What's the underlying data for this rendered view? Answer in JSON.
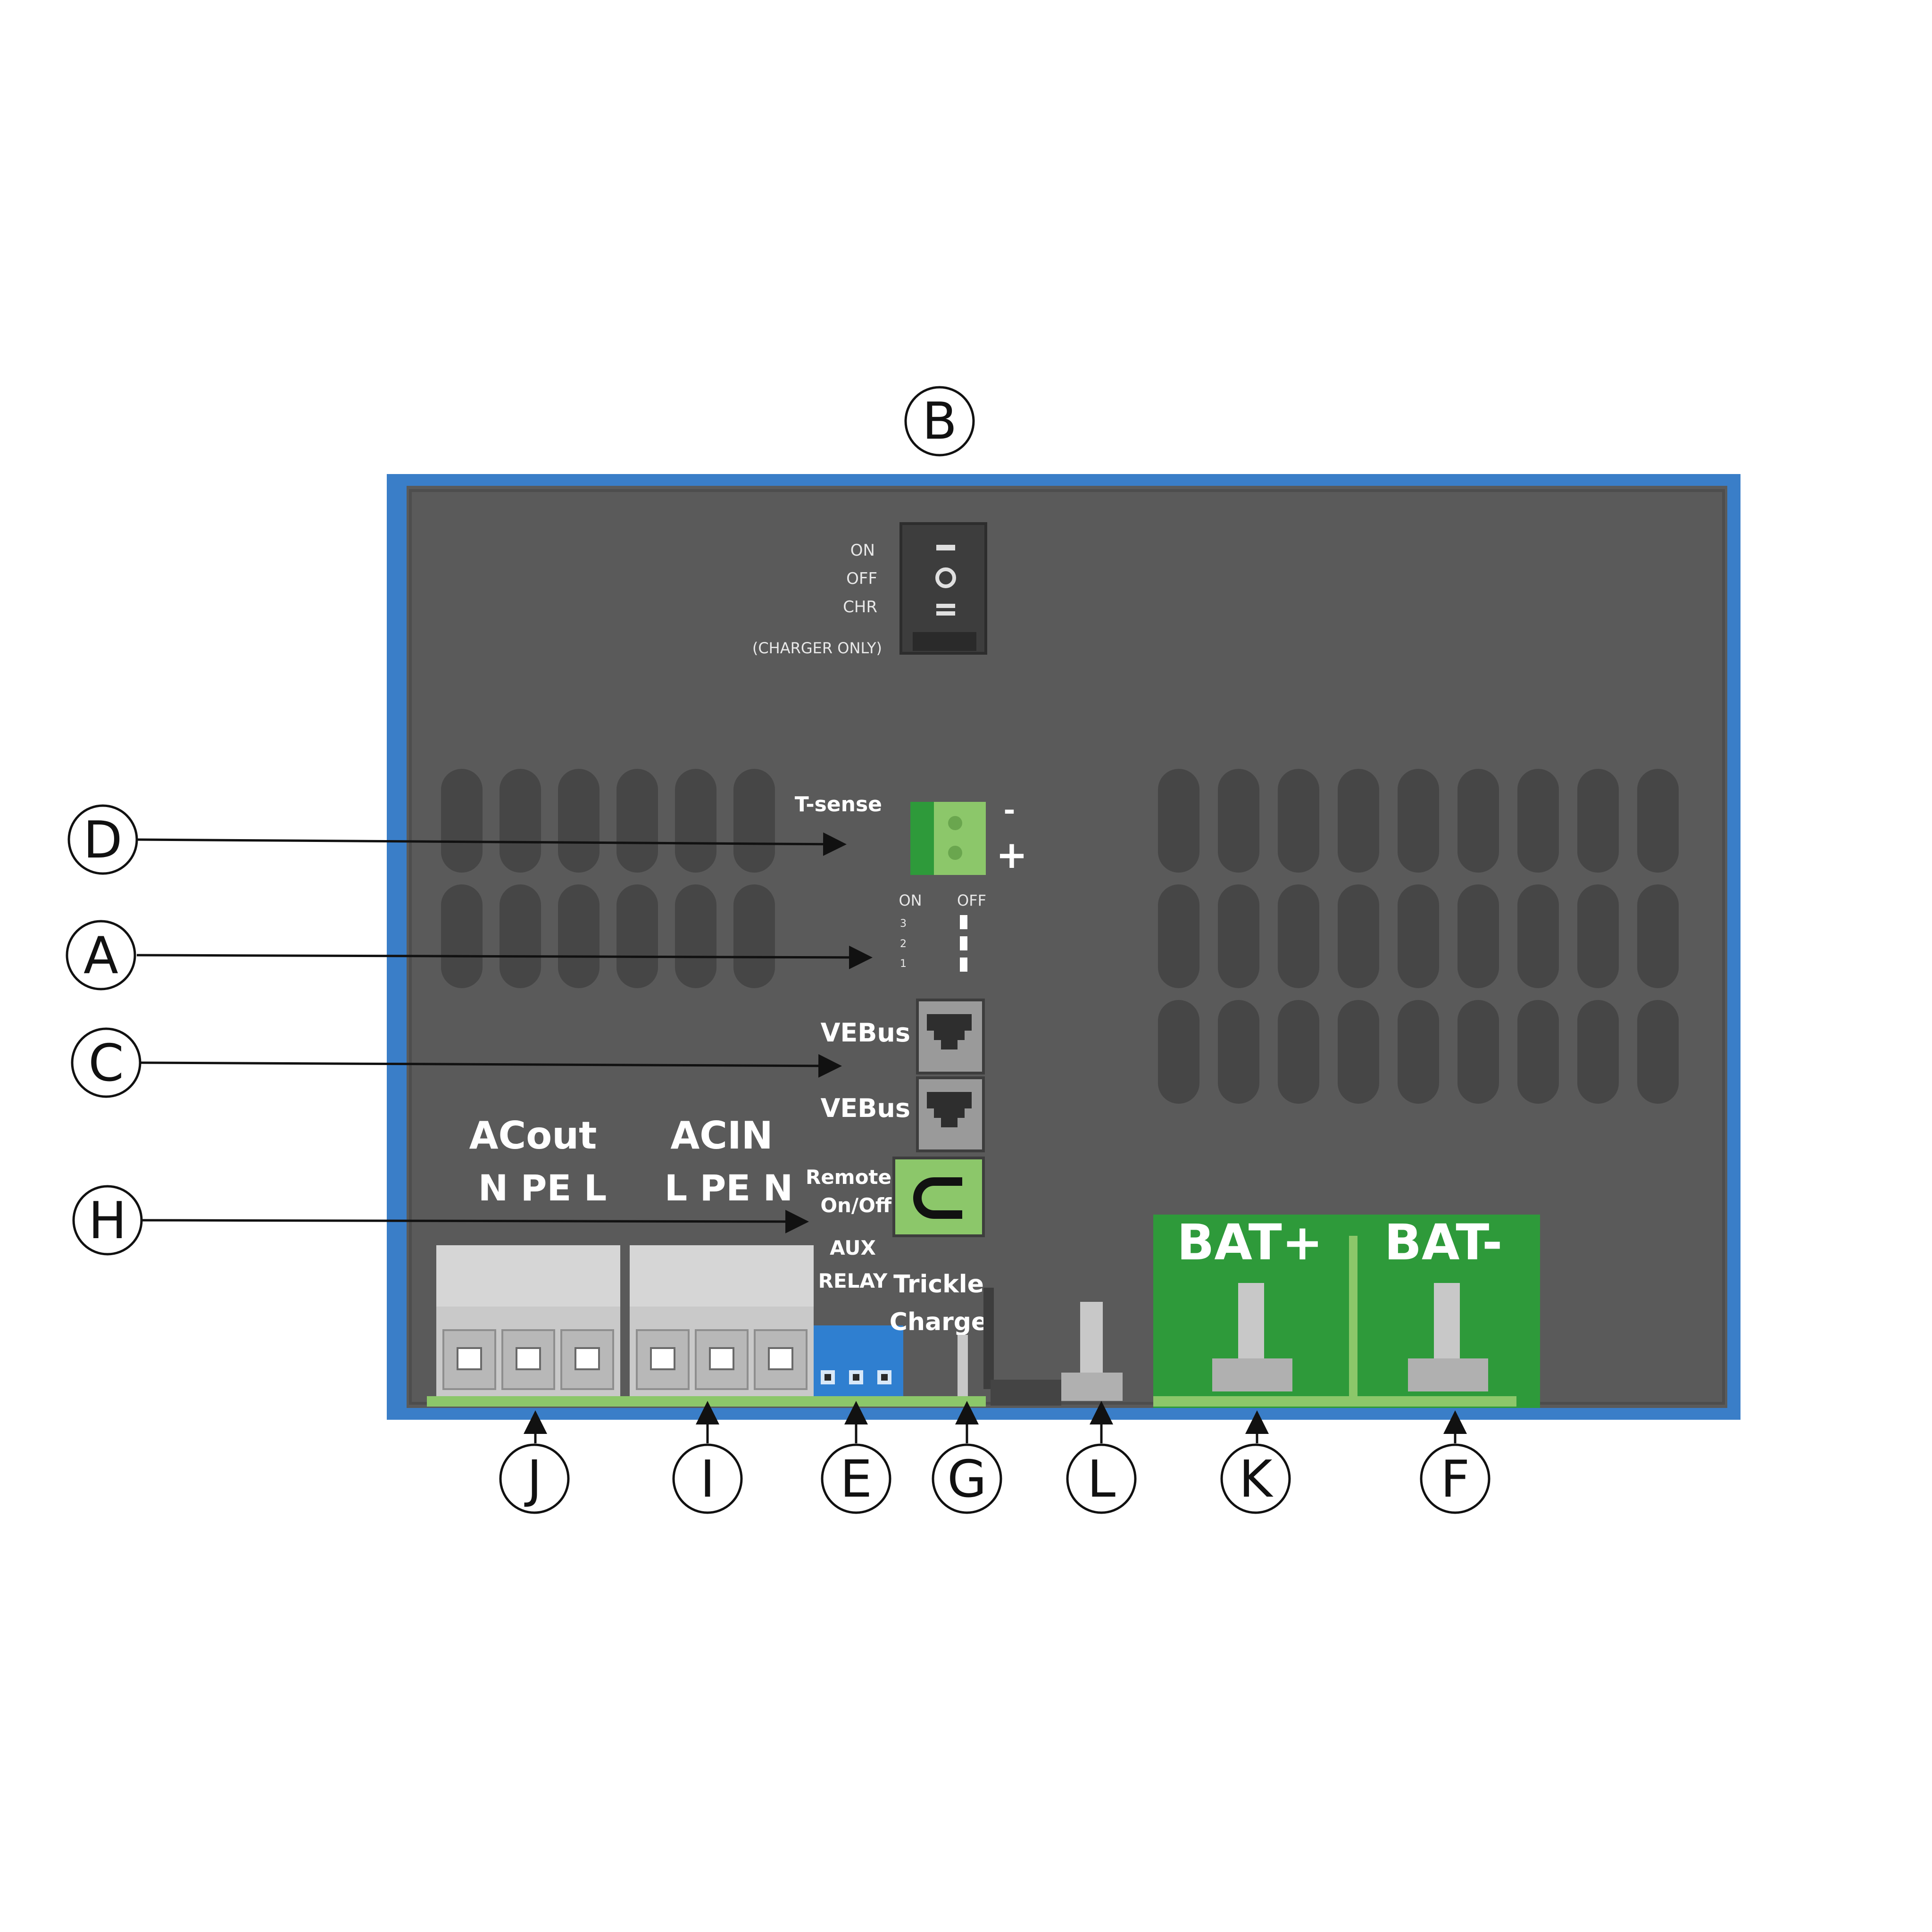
{
  "colors": {
    "frame_blue": "#3a7ec8",
    "panel_gray": "#5a5a5a",
    "vent_gray": "#464646",
    "terminal_green": "#2e9a3a",
    "terminal_light_green": "#8cc76a",
    "aux_blue": "#2f7fd0",
    "terminal_gray": "#c8c8c8"
  },
  "switch": {
    "labels": [
      "ON",
      "OFF",
      "CHR"
    ],
    "note": "(CHARGER ONLY)",
    "icon_names": [
      "on-bar-icon",
      "off-circle-icon",
      "charger-bars-icon"
    ]
  },
  "tsense": {
    "label": "T-sense",
    "minus": "-",
    "plus": "+"
  },
  "dip": {
    "on": "ON",
    "off": "OFF",
    "positions": [
      "3",
      "2",
      "1"
    ]
  },
  "vebus": {
    "labels": [
      "VEBus",
      "VEBus"
    ]
  },
  "remote": {
    "line1": "Remote",
    "line2": "On/Off"
  },
  "aux": {
    "line1": "AUX",
    "line2": "RELAY"
  },
  "trickle": {
    "line1": "Trickle",
    "line2": "Charge"
  },
  "acout": {
    "title": "ACout",
    "pins": "N PE L"
  },
  "acin": {
    "title": "ACIN",
    "pins": "L PE N"
  },
  "battery": {
    "plus": "BAT+",
    "minus": "BAT-"
  },
  "callouts": {
    "top": "B",
    "left": [
      "D",
      "A",
      "C",
      "H"
    ],
    "bottom": [
      "J",
      "I",
      "E",
      "G",
      "L",
      "K",
      "F"
    ]
  }
}
